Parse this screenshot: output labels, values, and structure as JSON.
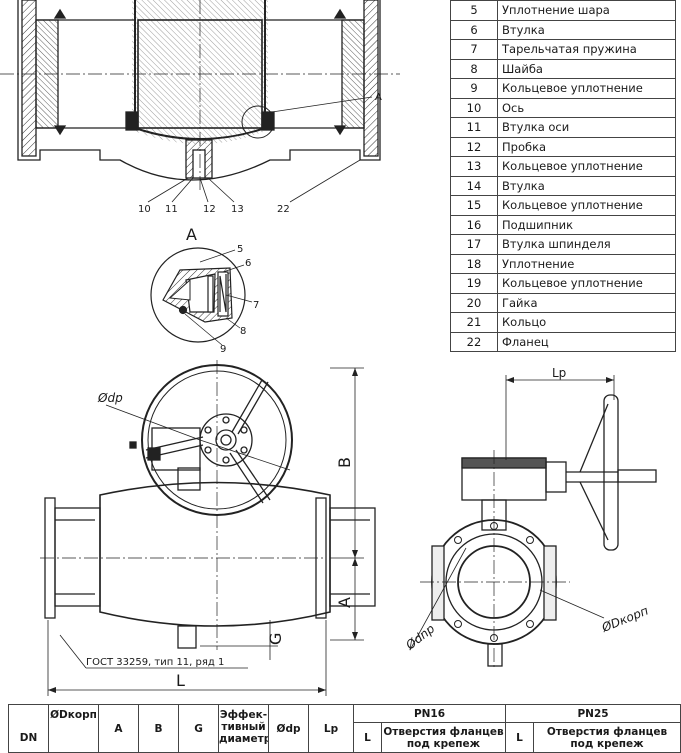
{
  "parts": [
    {
      "num": "5",
      "name": "Уплотнение шара"
    },
    {
      "num": "6",
      "name": "Втулка"
    },
    {
      "num": "7",
      "name": "Тарельчатая пружина"
    },
    {
      "num": "8",
      "name": "Шайба"
    },
    {
      "num": "9",
      "name": "Кольцевое уплотнение"
    },
    {
      "num": "10",
      "name": "Ось"
    },
    {
      "num": "11",
      "name": "Втулка оси"
    },
    {
      "num": "12",
      "name": "Пробка"
    },
    {
      "num": "13",
      "name": "Кольцевое уплотнение"
    },
    {
      "num": "14",
      "name": "Втулка"
    },
    {
      "num": "15",
      "name": "Кольцевое уплотнение"
    },
    {
      "num": "16",
      "name": "Подшипник"
    },
    {
      "num": "17",
      "name": "Втулка шпинделя"
    },
    {
      "num": "18",
      "name": "Уплотнение"
    },
    {
      "num": "19",
      "name": "Кольцевое уплотнение"
    },
    {
      "num": "20",
      "name": "Гайка"
    },
    {
      "num": "21",
      "name": "Кольцо"
    },
    {
      "num": "22",
      "name": "Фланец"
    }
  ],
  "section_labels": {
    "a_marker": "A",
    "c10": "10",
    "c11": "11",
    "c12": "12",
    "c13": "13",
    "c22": "22"
  },
  "detail": {
    "title": "A",
    "c5": "5",
    "c6": "6",
    "c7": "7",
    "c8": "8",
    "c9": "9"
  },
  "dims": {
    "d_dp": "Ødp",
    "b": "B",
    "a": "A",
    "g": "G",
    "l": "L",
    "gost": "ГОСТ 33259, тип 11, ряд 1",
    "lp": "Lp",
    "d_dnp": "Ødnp",
    "d_dkorp": "ØDкорп"
  },
  "spec_table": {
    "dn": "DN",
    "dkorp": "ØDкорп",
    "a": "A",
    "b": "B",
    "g": "G",
    "eff": "Эффек-тивный диаметр",
    "dp": "Ødp",
    "lp": "Lp",
    "pn16": "PN16",
    "pn25": "PN25",
    "l1": "L",
    "holes1": "Отверстия фланцев под крепеж",
    "l2": "L",
    "holes2": "Отверстия фланцев под крепеж"
  }
}
